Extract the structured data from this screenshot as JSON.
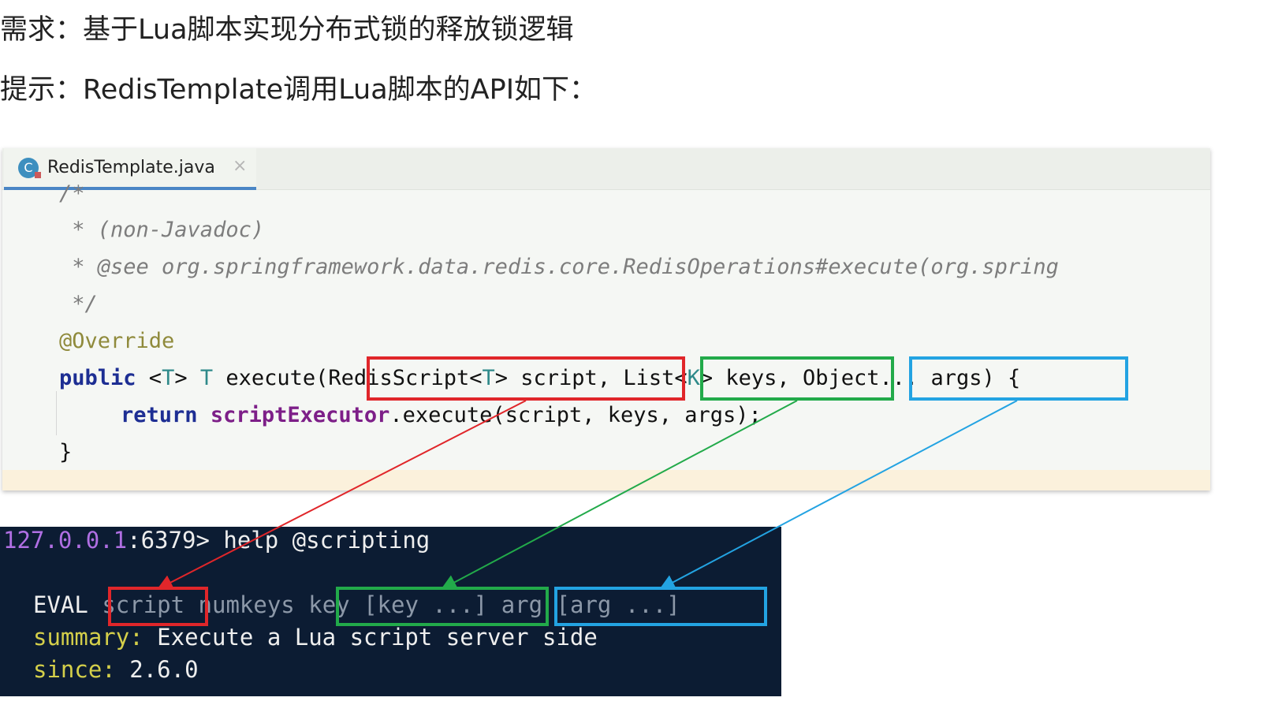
{
  "requirement": "需求：基于Lua脚本实现分布式锁的释放锁逻辑",
  "hint": "提示：RedisTemplate调用Lua脚本的API如下：",
  "editor": {
    "tab_icon": "C",
    "tab_title": "RedisTemplate.java",
    "tab_close": "×",
    "code": {
      "comment_open": "/*",
      "comment_line1": " * (non-Javadoc)",
      "comment_line2": " * @see org.springframework.data.redis.core.RedisOperations#execute(org.spring",
      "comment_close": " */",
      "annotation": "@Override",
      "sig_public": "public",
      "sig_generic_open": " <",
      "sig_T1": "T",
      "sig_generic_close": "> ",
      "sig_T2": "T",
      "sig_name": " execute(",
      "param_script_type": "RedisScript<",
      "param_script_T": "T",
      "param_script_rest": "> script",
      "comma1": ", ",
      "param_keys_type": "List<",
      "param_keys_K": "K",
      "param_keys_rest": "> keys",
      "comma2": ", ",
      "param_args": "Object... args",
      "sig_end": ") {",
      "body_return": "return",
      "body_field": "scriptExecutor",
      "body_call": ".execute(script, keys, args);",
      "close_brace": "}"
    }
  },
  "terminal": {
    "prompt_ip": "127.0.0.1",
    "prompt_port": ":6379>",
    "command": " help @scripting",
    "eval": "EVAL",
    "eval_script": "script",
    "eval_numkeys": "numkeys",
    "eval_keys": "key [key ...]",
    "eval_args": "arg [arg ...]",
    "summary_label": "summary:",
    "summary_text": " Execute a Lua script server side",
    "since_label": "since:",
    "since_text": " 2.6.0"
  },
  "colors": {
    "red_highlight": "#e0262a",
    "green_highlight": "#22aa4a",
    "blue_highlight": "#23a3e2",
    "terminal_bg": "#0c1c33"
  }
}
